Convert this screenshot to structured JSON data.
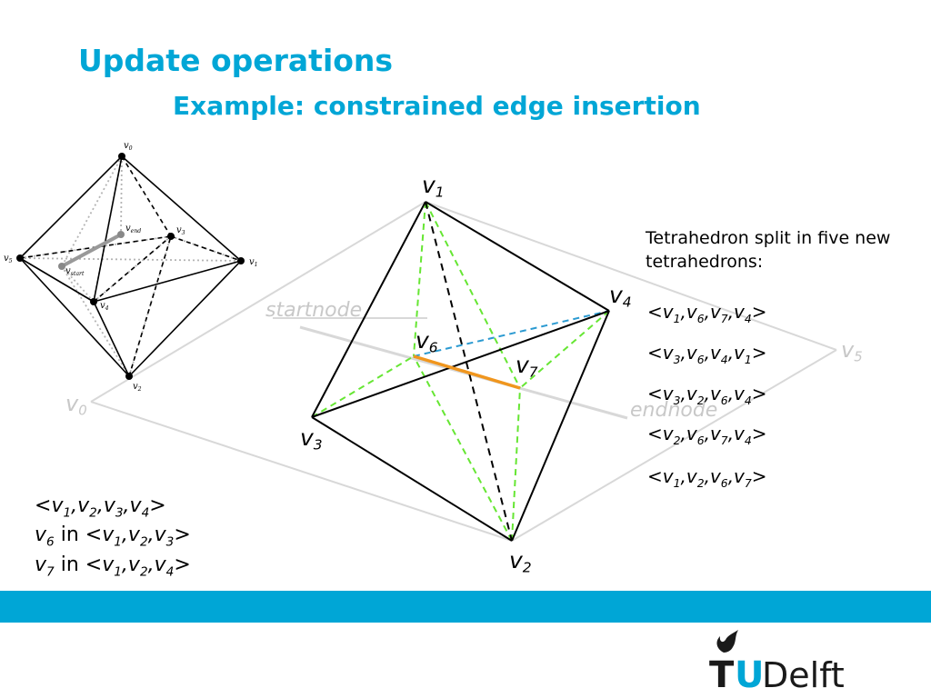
{
  "slide": {
    "title": "Update operations",
    "subtitle": "Example: constrained edge insertion",
    "description": "Tetrahedron split in five new tetrahedrons:",
    "tetrahedra": [
      [
        "v1",
        "v6",
        "v7",
        "v4"
      ],
      [
        "v3",
        "v6",
        "v4",
        "v1"
      ],
      [
        "v3",
        "v2",
        "v6",
        "v4"
      ],
      [
        "v2",
        "v6",
        "v7",
        "v4"
      ],
      [
        "v1",
        "v2",
        "v6",
        "v7"
      ]
    ],
    "relations": {
      "line1": {
        "tet": [
          "v1",
          "v2",
          "v3",
          "v4"
        ]
      },
      "line2": {
        "vertex": "v6",
        "word": "in",
        "tri": [
          "v1",
          "v2",
          "v3"
        ]
      },
      "line3": {
        "vertex": "v7",
        "word": "in",
        "tri": [
          "v1",
          "v2",
          "v4"
        ]
      }
    }
  },
  "small_diagram": {
    "labels": {
      "v0": "v0",
      "v1": "v1",
      "v2": "v2",
      "v3": "v3",
      "v4": "v4",
      "v5": "v5",
      "vend": "vend",
      "vstart": "vstart"
    }
  },
  "main_diagram": {
    "labels": {
      "v0": "v0",
      "v1": "v1",
      "v2": "v2",
      "v3": "v3",
      "v4": "v4",
      "v5": "v5",
      "v6": "v6",
      "v7": "v7"
    },
    "startnode": "startnode",
    "endnode": "endnode",
    "colors": {
      "edge": "#000000",
      "split_edge": "#66e633",
      "inserted_edge": "#f0961e",
      "blue_edge": "#2b9ad1",
      "background_edge": "#d8d8d8"
    }
  },
  "branding": {
    "accent": "#00a6d6",
    "logo_text_t": "T",
    "logo_text_u": "U",
    "logo_text_delft": "Delft"
  }
}
